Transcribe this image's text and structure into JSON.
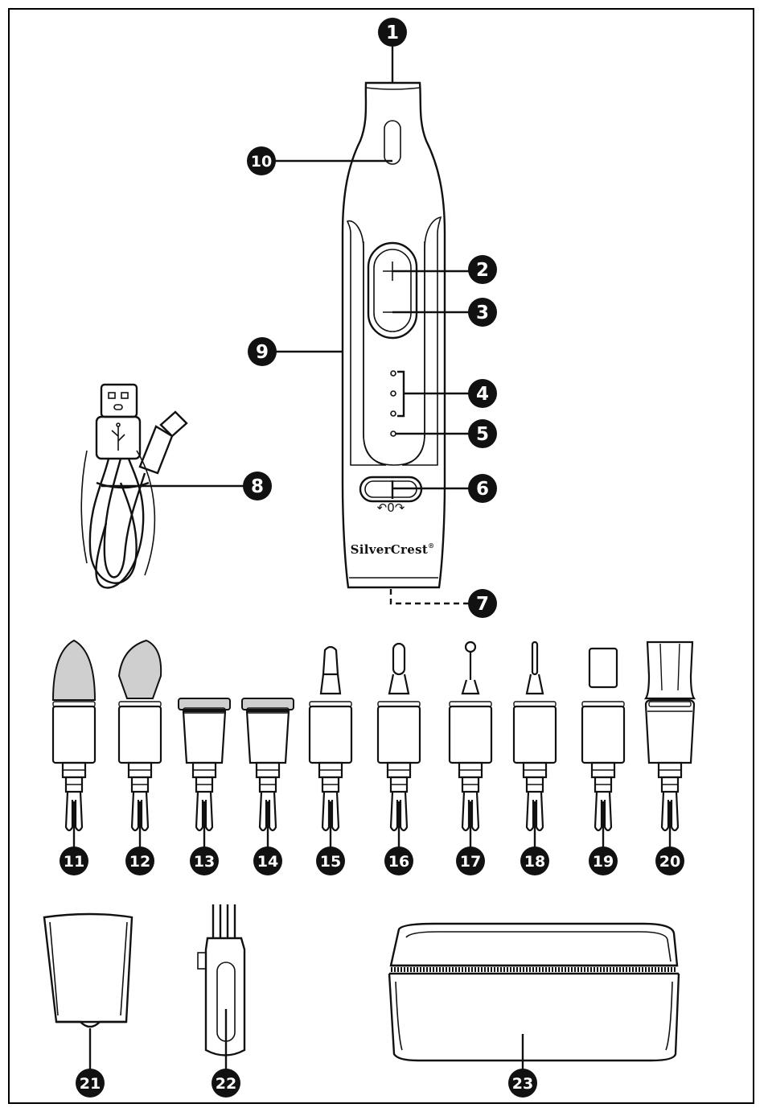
{
  "brand": "SilverCrest",
  "trademark": "®",
  "switch_symbols": "↶0↷",
  "callouts": [
    {
      "n": "1",
      "label": "callout-1"
    },
    {
      "n": "2",
      "label": "callout-2"
    },
    {
      "n": "3",
      "label": "callout-3"
    },
    {
      "n": "4",
      "label": "callout-4"
    },
    {
      "n": "5",
      "label": "callout-5"
    },
    {
      "n": "6",
      "label": "callout-6"
    },
    {
      "n": "7",
      "label": "callout-7"
    },
    {
      "n": "8",
      "label": "callout-8"
    },
    {
      "n": "9",
      "label": "callout-9"
    },
    {
      "n": "10",
      "label": "callout-10"
    },
    {
      "n": "11",
      "label": "callout-11"
    },
    {
      "n": "12",
      "label": "callout-12"
    },
    {
      "n": "13",
      "label": "callout-13"
    },
    {
      "n": "14",
      "label": "callout-14"
    },
    {
      "n": "15",
      "label": "callout-15"
    },
    {
      "n": "16",
      "label": "callout-16"
    },
    {
      "n": "17",
      "label": "callout-17"
    },
    {
      "n": "18",
      "label": "callout-18"
    },
    {
      "n": "19",
      "label": "callout-19"
    },
    {
      "n": "20",
      "label": "callout-20"
    },
    {
      "n": "21",
      "label": "callout-21"
    },
    {
      "n": "22",
      "label": "callout-22"
    },
    {
      "n": "23",
      "label": "callout-23"
    }
  ],
  "attachments": [
    {
      "n": "11",
      "tip": "cone-large"
    },
    {
      "n": "12",
      "tip": "cone-round"
    },
    {
      "n": "13",
      "tip": "disc"
    },
    {
      "n": "14",
      "tip": "disc"
    },
    {
      "n": "15",
      "tip": "small-cylinder"
    },
    {
      "n": "16",
      "tip": "small-round"
    },
    {
      "n": "17",
      "tip": "ball"
    },
    {
      "n": "18",
      "tip": "needle"
    },
    {
      "n": "19",
      "tip": "cylinder"
    },
    {
      "n": "20",
      "tip": "guard"
    }
  ]
}
